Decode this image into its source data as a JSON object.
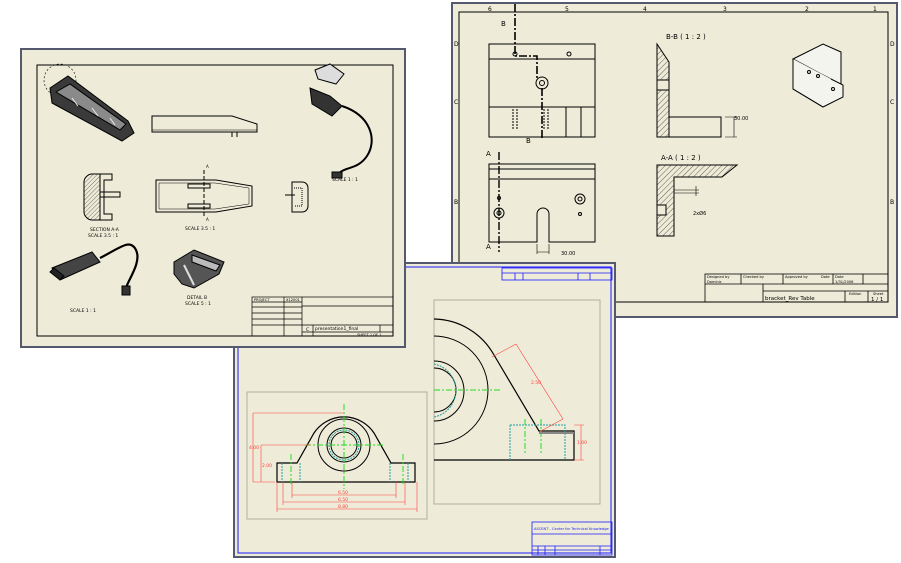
{
  "sheet_left": {
    "labels": {
      "scale_top_right": "SCALE 1 : 1",
      "section_title": "SECTION A-A",
      "section_scale": "SCALE 3.5 : 1",
      "top_view_scale": "SCALE 3.5 : 1",
      "cable_scale": "SCALE 1 : 1",
      "detail_title": "DETAIL B",
      "detail_scale": "SCALE 5 : 1",
      "section_mark": "A"
    },
    "title_block": {
      "project": "PROJECT",
      "part_no": "X12001",
      "drawing_name": "presentation1_final",
      "size": "C",
      "sheet": "SHEET 1 OF 1"
    }
  },
  "sheet_right": {
    "zones_top": [
      "6",
      "5",
      "4",
      "3",
      "2",
      "1"
    ],
    "zones_side": [
      "D",
      "C",
      "B"
    ],
    "labels": {
      "section_b": "B",
      "section_a": "A",
      "bb_title": "B-B ( 1 : 2 )",
      "aa_title": "A-A ( 1 : 2 )",
      "dim_height": "30.00",
      "dim_slot": "30.00",
      "dim_holes": "2xØ6"
    },
    "title_block": {
      "designed_by_label": "Designed by",
      "designed_by": "Dominic",
      "checked_by_label": "Checked by",
      "approved_by_label": "Approved by",
      "date_label": "Date",
      "date": "1/31/2006",
      "drawing_name": "bracket_Rev Table",
      "edition_label": "Edition",
      "sheet_label": "Sheet",
      "sheet": "1 / 1"
    }
  },
  "sheet_bottom": {
    "dims": {
      "height_total": "4.00",
      "height_base": "2.00",
      "inner_width": "6.50",
      "mid_width": "6.50",
      "overall_width": "8.80",
      "slope_length": "2.50",
      "foot_height": "1.00"
    },
    "title_block": {
      "company": "ASCENT - Center for Technical Knowledge"
    }
  },
  "colors": {
    "paper": "#eeecd8",
    "dimension": "#ff4040",
    "centerline": "#22dd22",
    "hidden": "#20a0a0",
    "sheet_border": "#55596e",
    "frame_blue": "#1a1aff"
  }
}
